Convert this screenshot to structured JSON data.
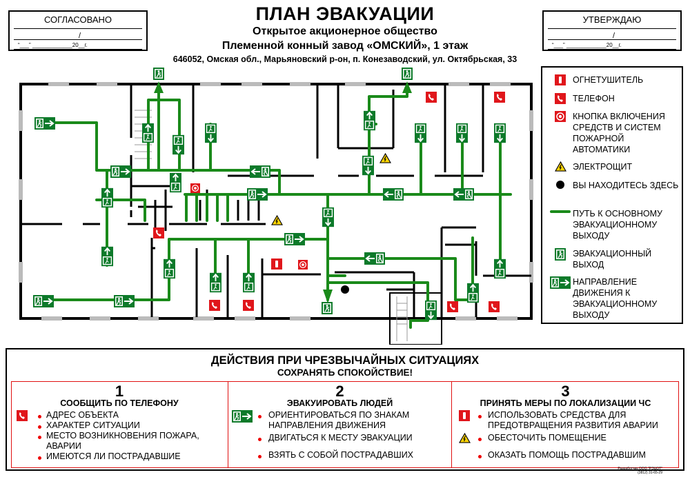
{
  "header": {
    "title": "ПЛАН ЭВАКУАЦИИ",
    "org_line1": "Открытое акционерное общество",
    "org_line2": "Племенной конный завод «ОМСКИЙ», 1 этаж",
    "address": "646052, Омская обл., Марьяновский р-он, п. Конезаводский, ул. Октябрьская, 33"
  },
  "stamp_left": {
    "title": "СОГЛАСОВАНО",
    "slash": "/",
    "date": "“___” _____________20__г."
  },
  "stamp_right": {
    "title": "УТВЕРЖДАЮ",
    "slash": "/",
    "date": "“___” _____________20__г."
  },
  "legend": {
    "items": [
      {
        "icon": "fire-extinguisher-icon",
        "label": "ОГНЕТУШИТЕЛЬ"
      },
      {
        "icon": "phone-icon",
        "label": "ТЕЛЕФОН"
      },
      {
        "icon": "fire-alarm-button-icon",
        "label": "КНОПКА ВКЛЮЧЕНИЯ СРЕДСТВ И СИСТЕМ ПОЖАРНОЙ АВТОМАТИКИ"
      },
      {
        "icon": "electrical-panel-icon",
        "label": "ЭЛЕКТРОЩИТ"
      },
      {
        "icon": "you-are-here-icon",
        "label": "ВЫ НАХОДИТЕСЬ ЗДЕСЬ"
      },
      {
        "icon": "evacuation-path-icon",
        "label": "ПУТЬ К ОСНОВНОМУ ЭВАКУАЦИОННОМУ ВЫХОДУ"
      },
      {
        "icon": "exit-sign-icon",
        "label": "ЭВАКУАЦИОННЫЙ ВЫХОД"
      },
      {
        "icon": "exit-direction-icon",
        "label": "НАПРАВЛЕНИЕ ДВИЖЕНИЯ К ЭВАКУАЦИОННОМУ ВЫХОДУ"
      }
    ]
  },
  "actions": {
    "title": "ДЕЙСТВИЯ ПРИ ЧРЕЗВЫЧАЙНЫХ СИТУАЦИЯХ",
    "subtitle": "СОХРАНЯТЬ СПОКОЙСТВИЕ!",
    "columns": [
      {
        "number": "1",
        "heading": "СООБЩИТЬ ПО ТЕЛЕФОНУ",
        "items": [
          "АДРЕС ОБЪЕКТА",
          "ХАРАКТЕР СИТУАЦИИ",
          "МЕСТО ВОЗНИКНОВЕНИЯ ПОЖАРА, АВАРИИ",
          "ИМЕЮТСЯ ЛИ ПОСТРАДАВШИЕ"
        ]
      },
      {
        "number": "2",
        "heading": "ЭВАКУИРОВАТЬ ЛЮДЕЙ",
        "items": [
          "ОРИЕНТИРОВАТЬСЯ ПО ЗНАКАМ НАПРАВЛЕНИЯ ДВИЖЕНИЯ",
          "ДВИГАТЬСЯ К МЕСТУ ЭВАКУАЦИИ",
          "ВЗЯТЬ С СОБОЙ ПОСТРАДАВШИХ"
        ]
      },
      {
        "number": "3",
        "heading": "ПРИНЯТЬ МЕРЫ ПО ЛОКАЛИЗАЦИИ ЧС",
        "items": [
          "ИСПОЛЬЗОВАТЬ СРЕДСТВА ДЛЯ ПРЕДОТВРАЩЕНИЯ РАЗВИТИЯ АВАРИИ",
          "ОБЕСТОЧИТЬ ПОМЕЩЕНИЕ",
          "ОКАЗАТЬ ПОМОЩЬ ПОСТРАДАВШИМ"
        ]
      }
    ]
  },
  "credit": {
    "line1": "Разработчик ООО \"РЭЦОТ\"",
    "line2": "(3812) 31-65-29"
  },
  "colors": {
    "path_green": "#1a8a1a",
    "sign_green": "#0d7a2a",
    "alert_red": "#e0161b",
    "line_red": "#e01010"
  }
}
